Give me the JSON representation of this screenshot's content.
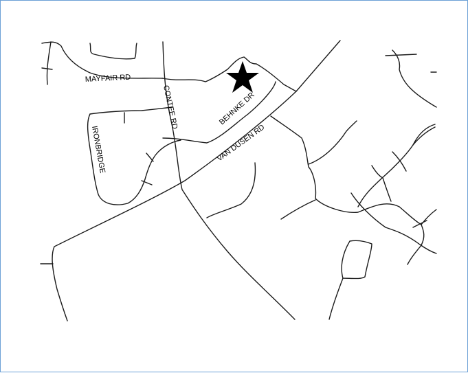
{
  "map": {
    "colors": {
      "border": "#6a9fd6",
      "road": "#1a1a1a",
      "marker": "#000000",
      "background": "#ffffff"
    },
    "marker_icon": "star-icon",
    "road_labels": {
      "mayfair": "MAYFAIR RD",
      "contee": "CONTEE RD",
      "behnke": "BEHNKE DR",
      "van_dusen": "VAN DUSEN RD",
      "ironbridge": "IRONBRIDGE"
    }
  }
}
